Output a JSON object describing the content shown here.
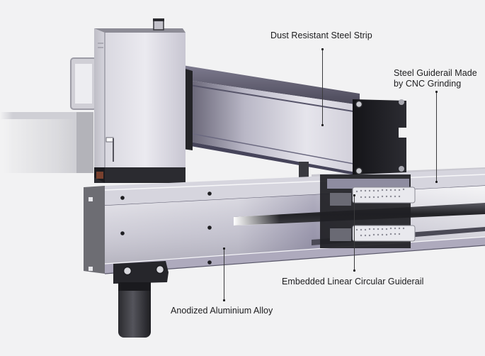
{
  "image": {
    "subject": "laser engraver gantry rail close-up",
    "background_color": "#f2f2f3"
  },
  "callouts": [
    {
      "id": "dust-resistant-steel-strip",
      "label": "Dust Resistant Steel Strip"
    },
    {
      "id": "steel-guiderail-cnc",
      "label_line1": "Steel Guiderail Made",
      "label_line2": "by CNC Grinding"
    },
    {
      "id": "embedded-linear-circular-guiderail",
      "label": "Embedded Linear Circular Guiderail"
    },
    {
      "id": "anodized-aluminium-alloy",
      "label": "Anodized Aluminium Alloy"
    }
  ],
  "colors": {
    "label_text": "#1c1c1e",
    "leader_line": "#3a3a3c",
    "aluminium_light": "#e4e3ea",
    "aluminium_shadow": "#6a6878",
    "endcap_black": "#1f1f24"
  }
}
